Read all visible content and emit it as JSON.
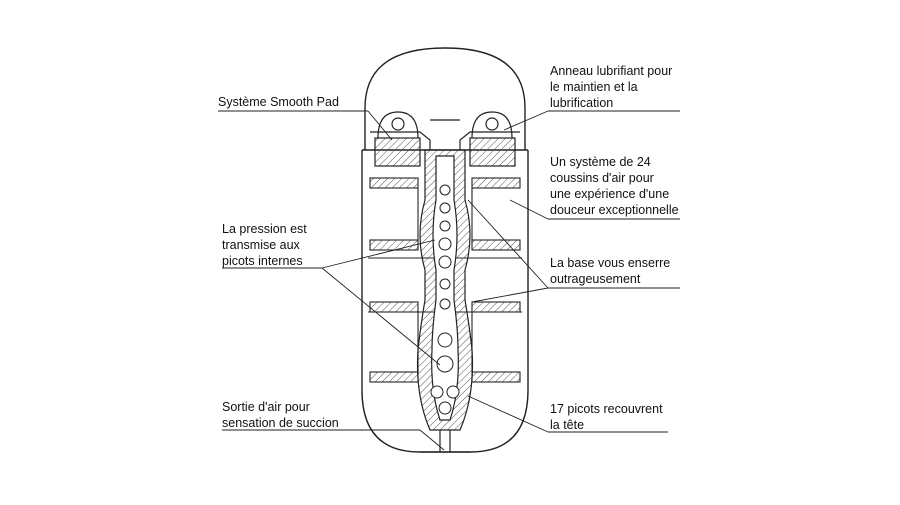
{
  "labels": {
    "smooth_pad": "Système Smooth Pad",
    "pressure": "La pression est\ntransmise aux\npicots internes",
    "air_exit": "Sortie d'air pour\nsensation de succion",
    "lubricant_ring": "Anneau lubrifiant pour\nle maintien et la\nlubrification",
    "cushions": "Un système de 24\ncoussins d'air pour\nune expérience d'une\ndouceur exceptionnelle",
    "base_grip": "La base vous enserre\noutrageusement",
    "bumps": "17 picots recouvrent\nla tête"
  },
  "colors": {
    "line": "#222222",
    "hatch": "#555555",
    "background": "#ffffff"
  }
}
